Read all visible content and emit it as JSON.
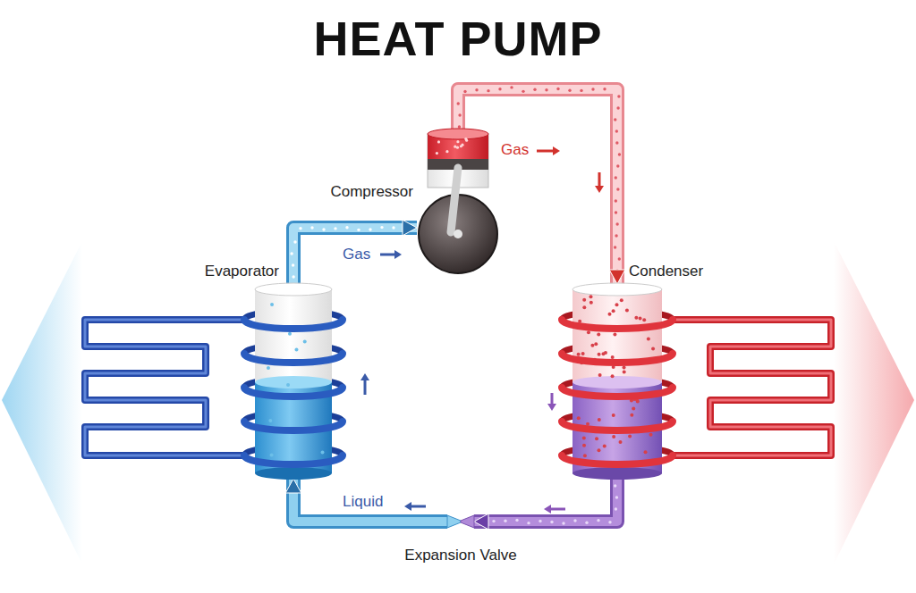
{
  "diagram": {
    "title": "HEAT PUMP",
    "nodes": [
      {
        "text": [
          "Compressor"
        ]
      },
      {
        "text": [
          "Evaporator"
        ]
      },
      {
        "text": [
          "Condenser"
        ]
      },
      {
        "text": [
          "Expansion Valve"
        ]
      }
    ],
    "edges": [
      {
        "from": 1,
        "to": 0,
        "label": "Gas",
        "arrow": "to"
      },
      {
        "from": 0,
        "to": 2,
        "label": "Gas",
        "arrow": "to"
      },
      {
        "from": 2,
        "to": 3,
        "arrow": "to"
      },
      {
        "from": 3,
        "to": 1,
        "label": "Liquid",
        "arrow": "to"
      }
    ]
  }
}
